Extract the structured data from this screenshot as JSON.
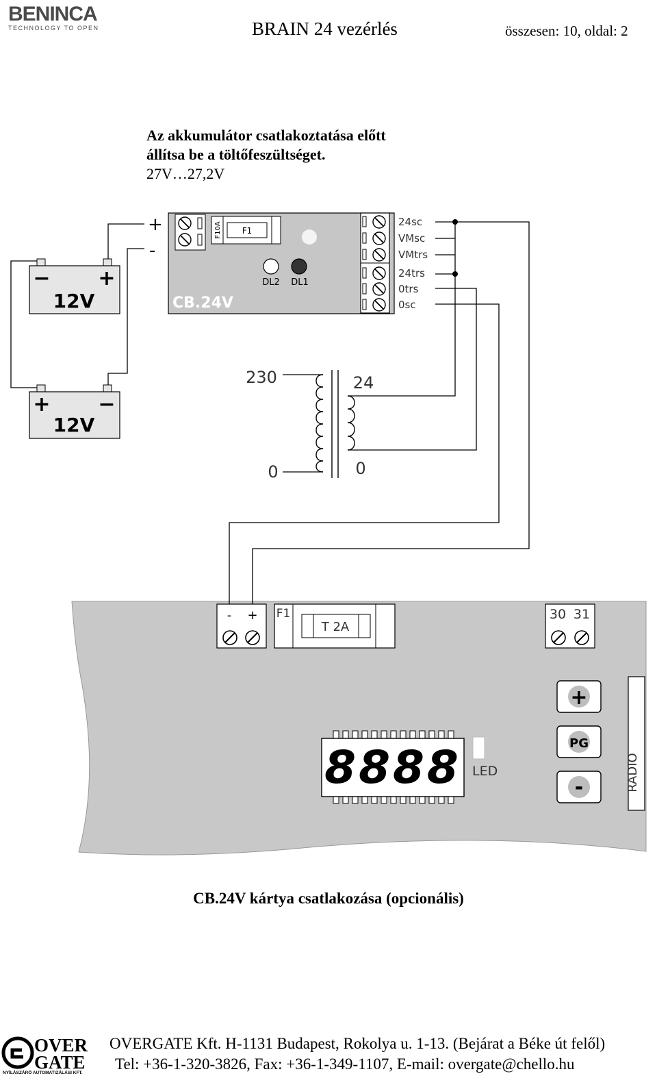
{
  "header": {
    "logo_text": "BENINCA",
    "logo_tagline": "TECHNOLOGY TO OPEN",
    "title": "BRAIN 24 vezérlés",
    "page_info": "összesen: 10, oldal: 2"
  },
  "note": {
    "line1": "Az akkumulátor csatlakoztatása előtt",
    "line2": "állítsa be a töltőfeszültséget.",
    "line3": "27V…27,2V"
  },
  "diagram": {
    "battery_top": {
      "minus": "−",
      "plus": "+",
      "voltage": "12V"
    },
    "battery_bottom": {
      "plus": "+",
      "minus": "−",
      "voltage": "12V"
    },
    "output_plus": "+",
    "output_minus": "-",
    "module": {
      "name": "CB.24V",
      "fuse_label": "F10A",
      "fuse_box": "F1",
      "led1": "DL2",
      "led2": "DL1",
      "terminals": [
        "24sc",
        "VMsc",
        "VMtrs",
        "24trs",
        "0trs",
        "0sc"
      ]
    },
    "transformer": {
      "primary_top": "230",
      "primary_bottom": "0",
      "secondary_top": "24",
      "secondary_bottom": "0"
    },
    "board": {
      "power_terminal_minus": "-",
      "power_terminal_plus": "+",
      "fuse_label": "F1",
      "fuse_value": "T 2A",
      "terminal_30": "30",
      "terminal_31": "31",
      "display": "8888",
      "led_label": "LED",
      "btn_plus": "+",
      "btn_pg": "PG",
      "btn_minus": "-",
      "radio_label": "RADIO"
    }
  },
  "caption": "CB.24V kártya csatlakozása (opcionális)",
  "footer": {
    "logo_over": "OVER",
    "logo_gate": "GATE",
    "logo_tagline": "NYÍLÁSZÁRÓ AUTOMATIZÁLÁSI KFT.",
    "line1": "OVERGATE Kft. H-1131 Budapest, Rokolya u. 1-13. (Bejárat a Béke út felől)",
    "line2": "Tel: +36-1-320-3826, Fax: +36-1-349-1107, E-mail: overgate@chello.hu"
  }
}
